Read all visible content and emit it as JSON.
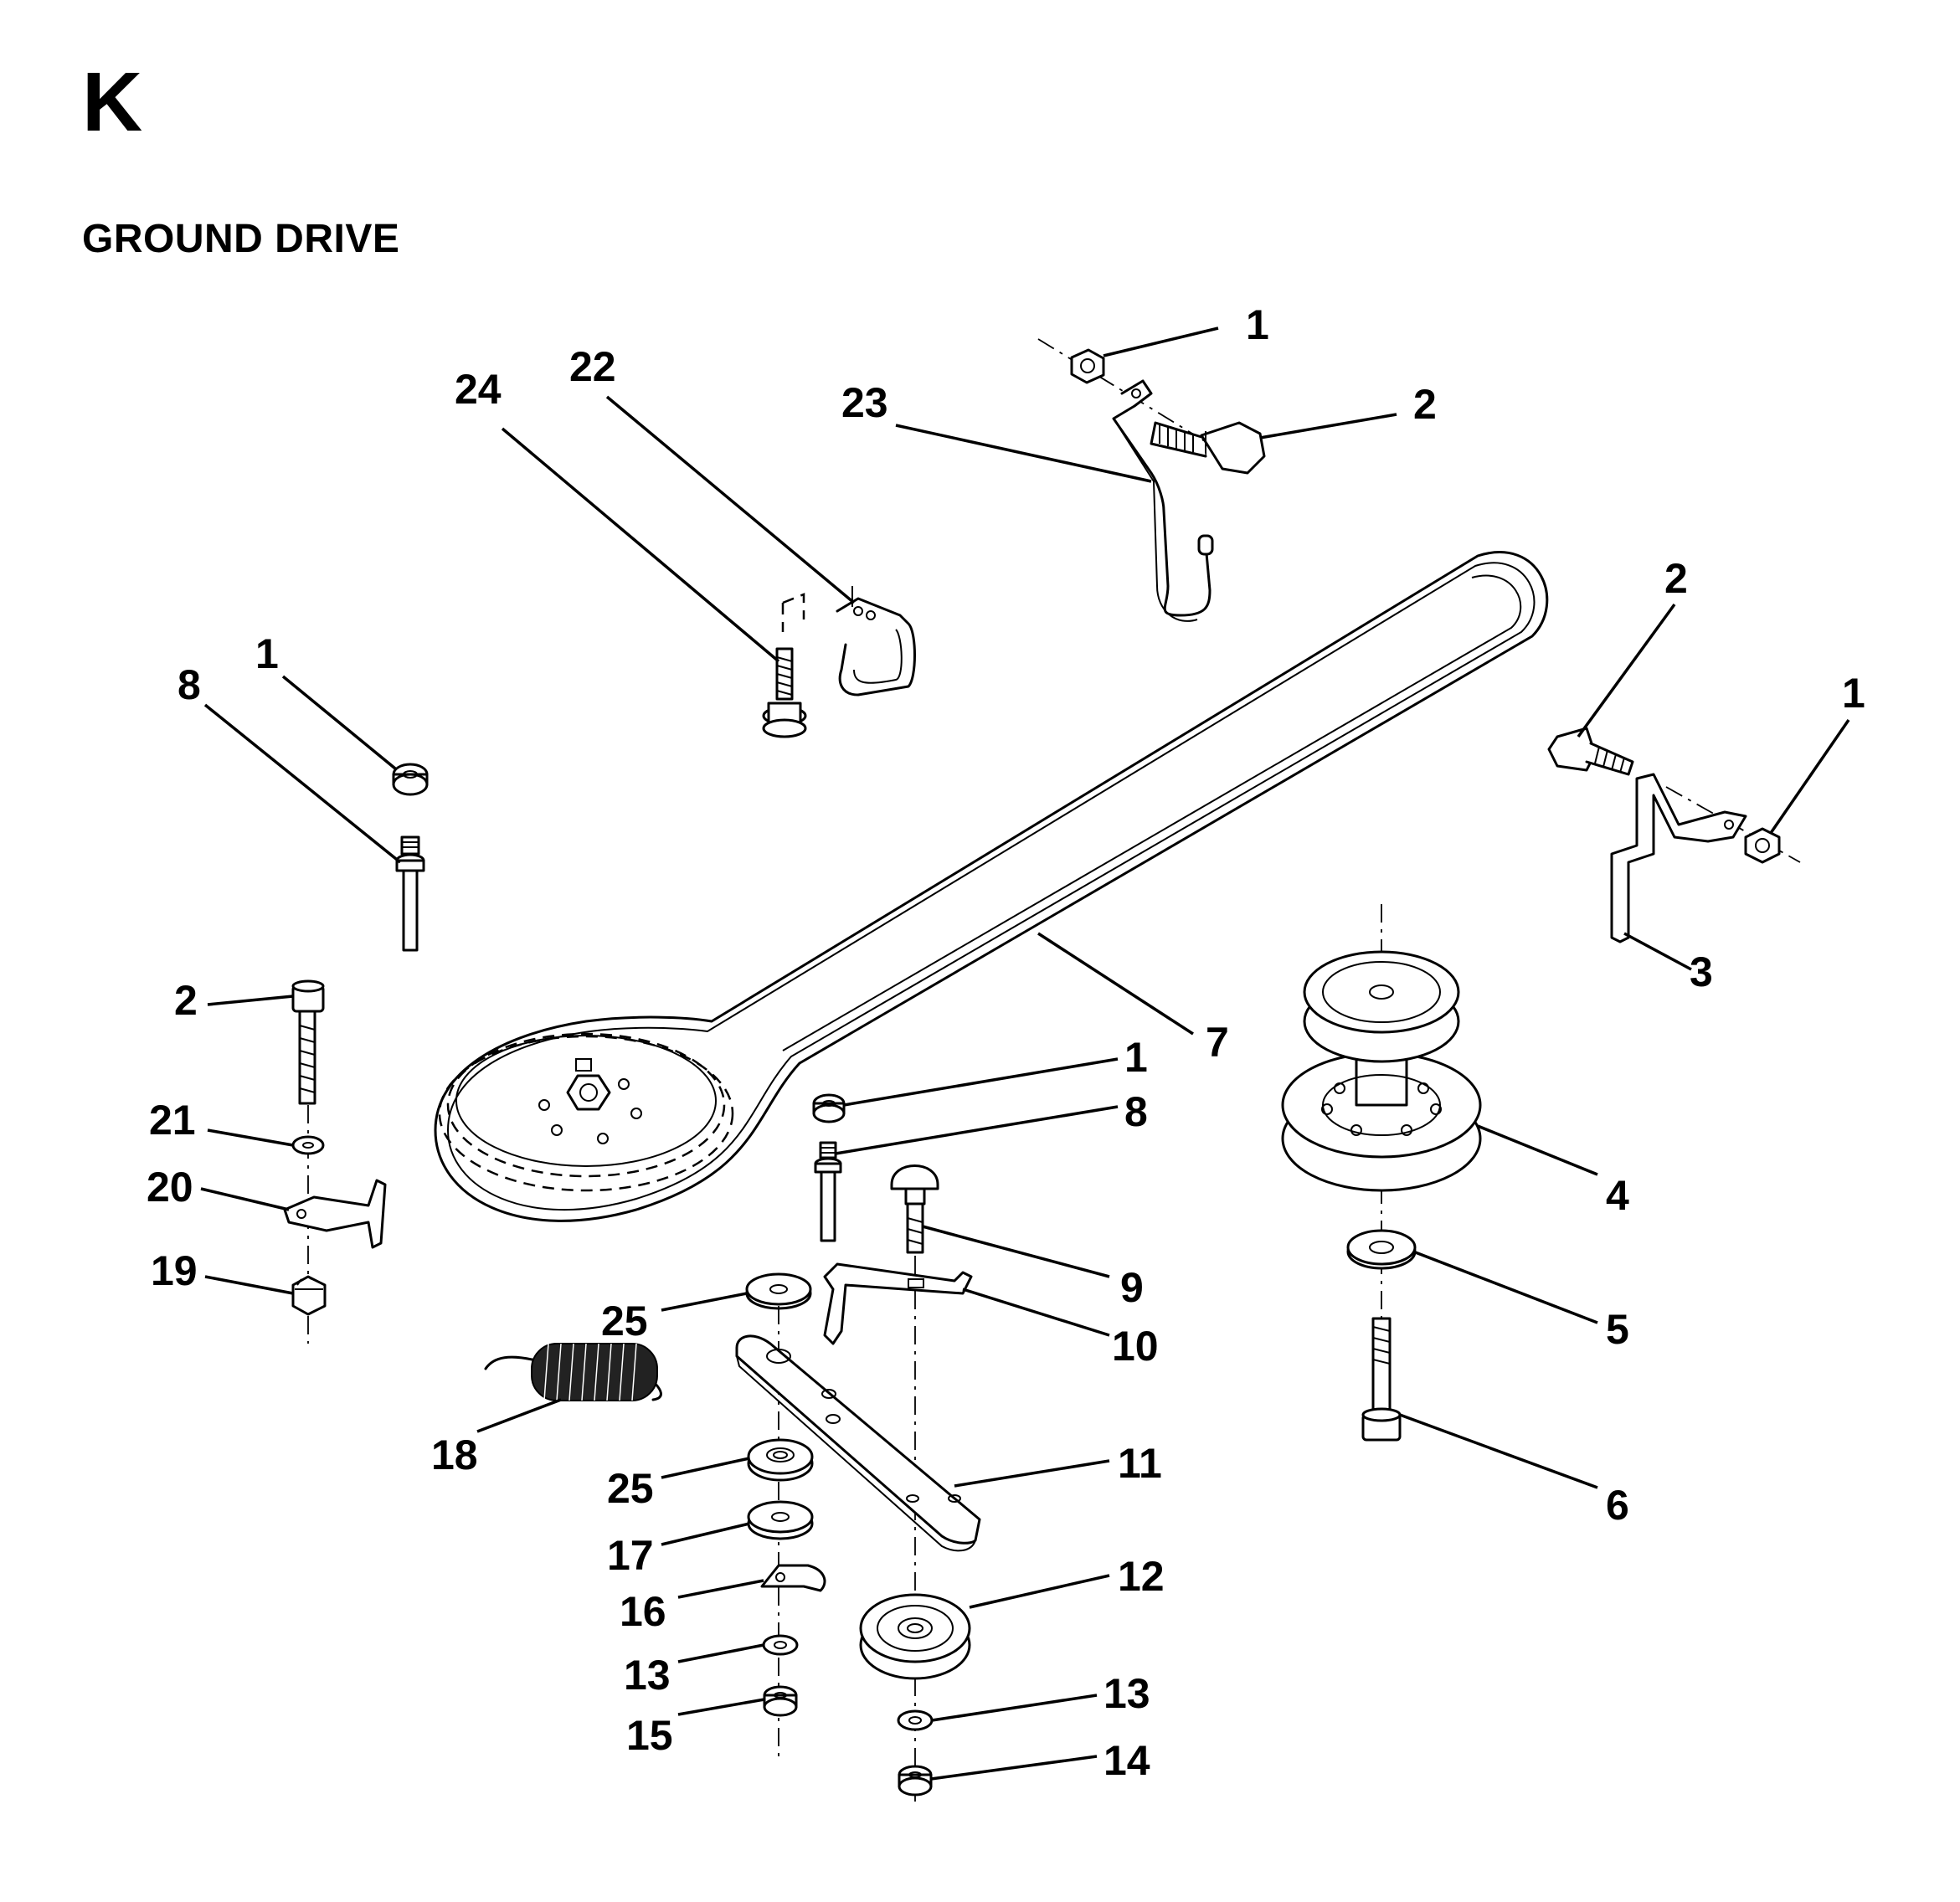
{
  "header": {
    "section_letter": "K",
    "section_title": "GROUND DRIVE"
  },
  "callouts": [
    {
      "id": "c-1-top",
      "text": "1"
    },
    {
      "id": "c-2-top",
      "text": "2"
    },
    {
      "id": "c-23",
      "text": "23"
    },
    {
      "id": "c-24",
      "text": "24"
    },
    {
      "id": "c-22",
      "text": "22"
    },
    {
      "id": "c-2-right",
      "text": "2"
    },
    {
      "id": "c-1-right",
      "text": "1"
    },
    {
      "id": "c-3",
      "text": "3"
    },
    {
      "id": "c-1-left",
      "text": "1"
    },
    {
      "id": "c-8-left",
      "text": "8"
    },
    {
      "id": "c-7",
      "text": "7"
    },
    {
      "id": "c-2-left",
      "text": "2"
    },
    {
      "id": "c-21",
      "text": "21"
    },
    {
      "id": "c-20",
      "text": "20"
    },
    {
      "id": "c-19",
      "text": "19"
    },
    {
      "id": "c-1-mid",
      "text": "1"
    },
    {
      "id": "c-8-mid",
      "text": "8"
    },
    {
      "id": "c-4",
      "text": "4"
    },
    {
      "id": "c-9",
      "text": "9"
    },
    {
      "id": "c-10",
      "text": "10"
    },
    {
      "id": "c-5",
      "text": "5"
    },
    {
      "id": "c-25-top",
      "text": "25"
    },
    {
      "id": "c-18",
      "text": "18"
    },
    {
      "id": "c-6",
      "text": "6"
    },
    {
      "id": "c-11",
      "text": "11"
    },
    {
      "id": "c-25-low",
      "text": "25"
    },
    {
      "id": "c-17",
      "text": "17"
    },
    {
      "id": "c-12",
      "text": "12"
    },
    {
      "id": "c-16",
      "text": "16"
    },
    {
      "id": "c-13-left",
      "text": "13"
    },
    {
      "id": "c-13-right",
      "text": "13"
    },
    {
      "id": "c-15",
      "text": "15"
    },
    {
      "id": "c-14",
      "text": "14"
    }
  ]
}
